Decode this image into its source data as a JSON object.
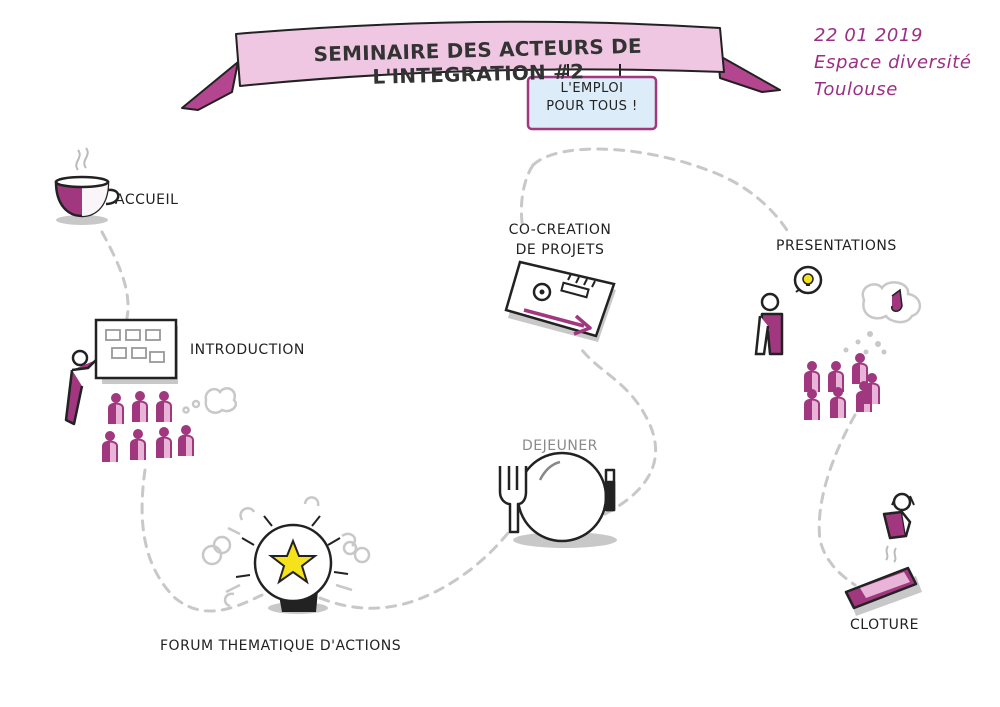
{
  "banner": {
    "title": "SEMINAIRE DES ACTEURS DE L'INTEGRATION #2",
    "subtitle_line1": "L'EMPLOI",
    "subtitle_line2": "POUR TOUS !"
  },
  "event_info": {
    "date": "22 01 2019",
    "venue": "Espace diversité",
    "city": "Toulouse"
  },
  "steps": {
    "accueil": "ACCUEIL",
    "introduction": "INTRODUCTION",
    "forum": "FORUM THEMATIQUE D'ACTIONS",
    "dejeuner": "DEJEUNER",
    "cocreation_line1": "CO-CREATION",
    "cocreation_line2": "DE PROJETS",
    "presentations": "PRESENTATIONS",
    "cloture": "CLOTURE"
  },
  "colors": {
    "magenta": "#a0377f",
    "light_magenta": "#e8b4d8",
    "banner_fill": "#f0c7e2",
    "box_fill": "#dcecf8",
    "grey": "#c8c8c8",
    "ink": "#222222",
    "star": "#f6e21b"
  }
}
